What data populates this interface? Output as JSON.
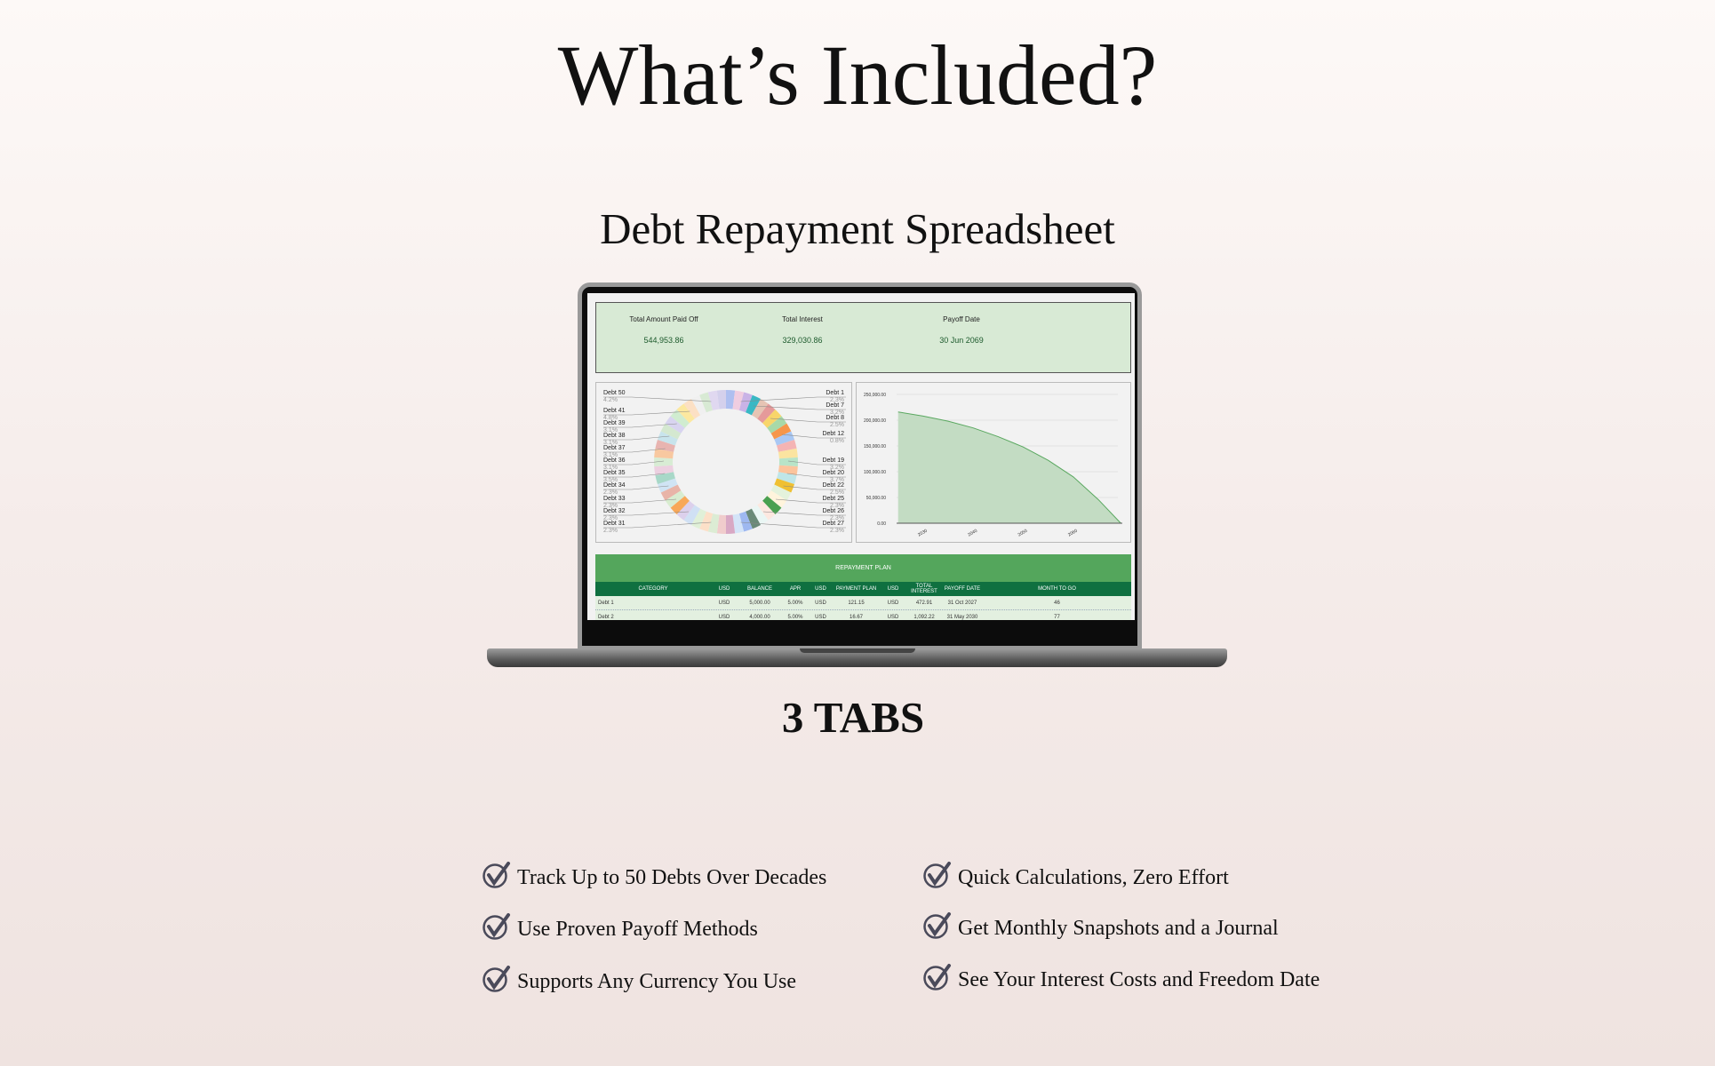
{
  "title": "What’s Included?",
  "subtitle": "Debt Repayment Spreadsheet",
  "tabs_label": "3 TABS",
  "summary": [
    {
      "label": "Total Amount Paid Off",
      "value": "544,953.86"
    },
    {
      "label": "Total Interest",
      "value": "329,030.86"
    },
    {
      "label": "Payoff Date",
      "value": "30 Jun 2069"
    }
  ],
  "chart_data": [
    {
      "type": "pie",
      "style": "donut",
      "left_labels": [
        {
          "name": "Debt 50",
          "pct": "4.2%"
        },
        {
          "name": "Debt 41",
          "pct": "4.8%"
        },
        {
          "name": "Debt 39",
          "pct": "3.1%"
        },
        {
          "name": "Debt 38",
          "pct": "3.1%"
        },
        {
          "name": "Debt 37",
          "pct": "3.1%"
        },
        {
          "name": "Debt 36",
          "pct": "3.1%"
        },
        {
          "name": "Debt 35",
          "pct": "3.5%"
        },
        {
          "name": "Debt 34",
          "pct": "2.3%"
        },
        {
          "name": "Debt 33",
          "pct": "2.3%"
        },
        {
          "name": "Debt 32",
          "pct": "2.3%"
        },
        {
          "name": "Debt 31",
          "pct": "2.3%"
        }
      ],
      "right_labels": [
        {
          "name": "Debt 1",
          "pct": "2.3%"
        },
        {
          "name": "Debt 7",
          "pct": "3.2%"
        },
        {
          "name": "Debt 8",
          "pct": "2.5%"
        },
        {
          "name": "Debt 12",
          "pct": "0.8%"
        },
        {
          "name": "Debt 19",
          "pct": "3.2%"
        },
        {
          "name": "Debt 20",
          "pct": "3.7%"
        },
        {
          "name": "Debt 22",
          "pct": "2.5%"
        },
        {
          "name": "Debt 25",
          "pct": "2.3%"
        },
        {
          "name": "Debt 26",
          "pct": "2.3%"
        },
        {
          "name": "Debt 27",
          "pct": "2.3%"
        }
      ],
      "slice_count": 50,
      "palette": [
        "#aebff0",
        "#f0cde0",
        "#c9b3e6",
        "#39b8c4",
        "#e6c4b4",
        "#e59a9a",
        "#f8d56a",
        "#a8d9a8",
        "#f6964a",
        "#a9c8f4",
        "#f4b4b4",
        "#fbe4a0",
        "#b8e4c8",
        "#fcc49c",
        "#bfe6e8",
        "#f0c032",
        "#e4f2dc",
        "#fff4dc",
        "#4aa050",
        "#fde8e0",
        "#eaf6f4",
        "#6a8a78",
        "#9eb8f0",
        "#d4e4f8",
        "#d8a8c4",
        "#f0cccc",
        "#dcecd4",
        "#fce0c8",
        "#e0f0d8",
        "#d0e0f4",
        "#dcd0ec",
        "#f8a858",
        "#d8ecd0",
        "#e8b4a8",
        "#d0e4f4",
        "#a8d8c8",
        "#ecd0e0",
        "#d8ecd4",
        "#f8c8a0",
        "#e8b4b0",
        "#c8e4ec",
        "#d4e8d0",
        "#d8d4f0",
        "#d0ecd0",
        "#fce8a0",
        "#fce0c4",
        "#f0f0f0",
        "#d8ead4",
        "#e0d8f0",
        "#d4d0ec"
      ]
    },
    {
      "type": "area",
      "x": [
        2025,
        2030,
        2035,
        2040,
        2045,
        2050,
        2055,
        2060,
        2065,
        2069.5
      ],
      "y": [
        216000,
        208000,
        198000,
        185000,
        168000,
        148000,
        122000,
        90000,
        46000,
        0
      ],
      "yticks": [
        "250,000.00",
        "200,000.00",
        "150,000.00",
        "100,000.00",
        "50,000.00",
        "0.00"
      ],
      "ytick_values": [
        250000,
        200000,
        150000,
        100000,
        50000,
        0
      ],
      "xticks": [
        "2030",
        "2040",
        "2050",
        "2060"
      ],
      "xtick_values": [
        2030,
        2040,
        2050,
        2060
      ],
      "xlim": [
        2024.7,
        2069.8
      ],
      "ylim": [
        0,
        250000
      ],
      "color": "#5aa860"
    }
  ],
  "repayment": {
    "title": "REPAYMENT PLAN",
    "headers": [
      "CATEGORY",
      "USD",
      "BALANCE",
      "APR",
      "USD",
      "PAYMENT PLAN",
      "USD",
      "TOTAL INTEREST",
      "PAYOFF DATE",
      "MONTH TO GO"
    ],
    "rows": [
      [
        "Debt 1",
        "USD",
        "5,000.00",
        "5.00%",
        "USD",
        "121.15",
        "USD",
        "472.91",
        "31 Oct 2027",
        "46"
      ],
      [
        "Debt 2",
        "USD",
        "4,000.00",
        "5.00%",
        "USD",
        "16.67",
        "USD",
        "1,092.22",
        "31 May 2030",
        "77"
      ]
    ]
  },
  "features": {
    "left": [
      "Track Up to 50 Debts Over Decades",
      "Use Proven Payoff Methods",
      "Supports Any Currency You Use"
    ],
    "right": [
      "Quick Calculations, Zero Effort",
      "Get Monthly Snapshots and a Journal",
      "See Your Interest Costs and Freedom Date"
    ]
  }
}
